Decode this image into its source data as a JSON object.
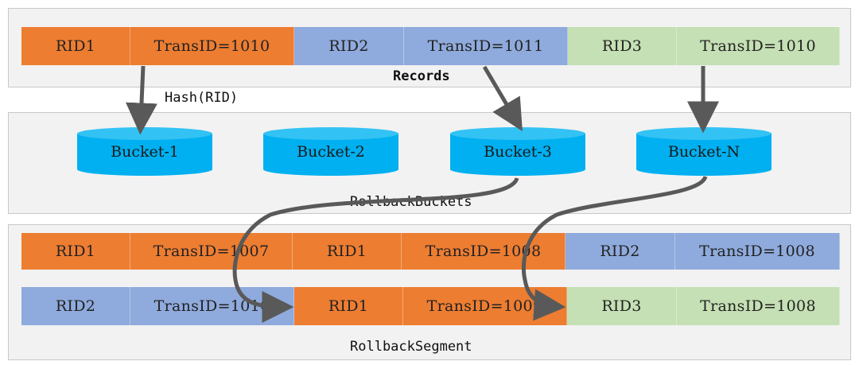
{
  "colors": {
    "orange": "#ed7d31",
    "blue": "#8faadc",
    "green": "#c5e0b4",
    "bucket": "#00b0f0",
    "arrow": "#595959"
  },
  "records": {
    "title": "Records",
    "cells": [
      {
        "text": "RID1",
        "color": "orange"
      },
      {
        "text": "TransID=1010",
        "color": "orange"
      },
      {
        "text": "RID2",
        "color": "blue"
      },
      {
        "text": "TransID=1011",
        "color": "blue"
      },
      {
        "text": "RID3",
        "color": "green"
      },
      {
        "text": "TransID=1010",
        "color": "green"
      }
    ]
  },
  "hash_label": "Hash(RID)",
  "buckets": {
    "title": "RollbackBuckets",
    "items": [
      "Bucket-1",
      "Bucket-2",
      "Bucket-3",
      "Bucket-N"
    ]
  },
  "segment": {
    "title": "RollbackSegment",
    "row1": [
      {
        "text": "RID1",
        "color": "orange"
      },
      {
        "text": "TransID=1007",
        "color": "orange"
      },
      {
        "text": "RID1",
        "color": "orange"
      },
      {
        "text": "TransID=1008",
        "color": "orange"
      },
      {
        "text": "RID2",
        "color": "blue"
      },
      {
        "text": "TransID=1008",
        "color": "blue"
      }
    ],
    "row2": [
      {
        "text": "RID2",
        "color": "blue"
      },
      {
        "text": "TransID=1010",
        "color": "blue"
      },
      {
        "text": "RID1",
        "color": "orange"
      },
      {
        "text": "TransID=1009",
        "color": "orange"
      },
      {
        "text": "RID3",
        "color": "green"
      },
      {
        "text": "TransID=1008",
        "color": "green"
      }
    ]
  }
}
